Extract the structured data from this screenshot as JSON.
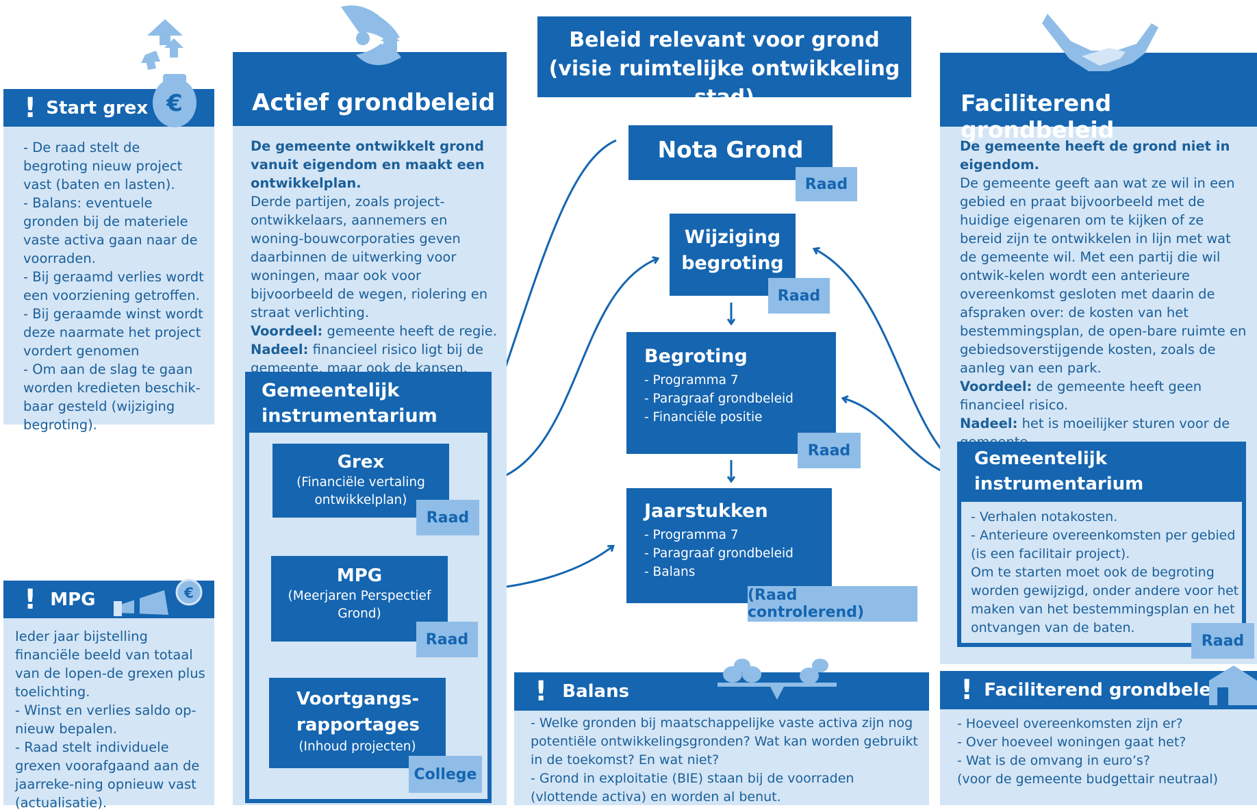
{
  "colors": {
    "dark_blue": "#1565b0",
    "light_blue": "#d4e5f6",
    "mid_blue": "#8fbde7"
  },
  "start_grex": {
    "title": "Start grex",
    "icon": "money-bag-euro-icon",
    "text": "- De raad stelt de begroting nieuw project vast (baten en lasten).\n- Balans: eventuele gronden bij de materiele vaste activa gaan naar de voorraden.\n- Bij geraamd verlies wordt een voorziening getroffen.\n- Bij geraamde winst wordt deze naarmate het project vordert genomen\n- Om aan de slag te gaan worden kredieten beschik-baar gesteld (wijziging begroting)."
  },
  "mpg_side": {
    "title": "MPG",
    "icon": "telescope-icon",
    "text": "Ieder jaar bijstelling financiële beeld van totaal van de lopen-de grexen plus toelichting.\n- Winst en verlies saldo op-nieuw bepalen.\n- Raad stelt individuele grexen voorafgaand aan de jaarreke-ning opnieuw vast (actualisatie)."
  },
  "actief": {
    "title": "Actief grondbeleid",
    "icon": "hand-house-icon",
    "bold_intro": "De gemeente ontwikkelt grond vanuit eigendom en maakt een ontwikkelplan.",
    "body": "Derde partijen, zoals project-ontwikkelaars, aannemers en woning-bouwcorporaties geven daarbinnen de uitwerking voor woningen, maar ook voor bijvoorbeeld de wegen, riolering en straat verlichting.",
    "voordeel_label": "Voordeel:",
    "voordeel_text": " gemeente heeft de regie.",
    "nadeel_label": "Nadeel:",
    "nadeel_text": " financieel risico ligt bij de gemeente, maar ook de kansen."
  },
  "instr_left": {
    "title_line1": "Gemeentelijk",
    "title_line2": "instrumentarium",
    "grex": {
      "title": "Grex",
      "sub": "(Financiële vertaling ontwikkelplan)",
      "badge": "Raad"
    },
    "mpg": {
      "title": "MPG",
      "sub": "(Meerjaren Perspectief Grond)",
      "badge": "Raad"
    },
    "voortgang": {
      "title": "Voortgangs-rapportages",
      "sub": "(Inhoud projecten)",
      "badge": "College"
    }
  },
  "center": {
    "header": "Beleid relevant voor grond\n(visie ruimtelijke ontwikkeling stad)",
    "nota": {
      "title": "Nota Grond",
      "badge": "Raad"
    },
    "wijziging": {
      "title": "Wijziging\nbegroting",
      "badge": "Raad"
    },
    "begroting": {
      "title": "Begroting",
      "items": "- Programma 7\n- Paragraaf grondbeleid\n- Financiële positie",
      "badge": "Raad"
    },
    "jaarstukken": {
      "title": "Jaarstukken",
      "items": "- Programma 7\n- Paragraaf grondbeleid\n- Balans",
      "badge": "(Raad controlerend)"
    }
  },
  "balans": {
    "title": "Balans",
    "icon": "balance-scale-icon",
    "text": "- Welke gronden bij maatschappelijke vaste activa zijn nog potentiële ontwikkelingsgronden? Wat kan worden gebruikt in de toekomst? En wat niet?\n- Grond in exploitatie (BIE) staan bij de voorraden (vlottende activa) en worden al benut."
  },
  "faciliterend": {
    "title": "Faciliterend grondbeleid",
    "icon": "handshake-icon",
    "bold_intro": "De gemeente heeft de grond niet in eigendom.",
    "body": "De gemeente geeft aan wat ze wil in een gebied en praat bijvoorbeeld met de huidige eigenaren om te kijken of ze bereid zijn te ontwikkelen in lijn met wat de gemeente wil. Met een partij die wil ontwik-kelen wordt een anterieure overeenkomst gesloten met daarin de afspraken over: de kosten van het bestemmingsplan, de open-bare ruimte en gebiedsoverstijgende kosten, zoals de aanleg van een park.",
    "voordeel_label": "Voordeel:",
    "voordeel_text": " de gemeente heeft geen financieel risico.",
    "nadeel_label": "Nadeel:",
    "nadeel_text": " het is moeilijker sturen voor de gemeente."
  },
  "instr_right": {
    "title_line1": "Gemeentelijk",
    "title_line2": "instrumentarium",
    "text": "- Verhalen notakosten.\n- Anterieure overeenkomsten per gebied (is een facilitair project).\nOm te starten moet ook de begroting worden gewijzigd, onder andere voor het maken van het bestemmingsplan en het ontvangen van de baten.",
    "badge": "Raad"
  },
  "fac_small": {
    "title": "Faciliterend grondbeleid",
    "icon": "house-icon",
    "text": "- Hoeveel overeenkomsten zijn er?\n- Over hoeveel woningen gaat het?\n- Wat is de omvang in euro’s?\n(voor de gemeente budgettair neutraal)"
  }
}
